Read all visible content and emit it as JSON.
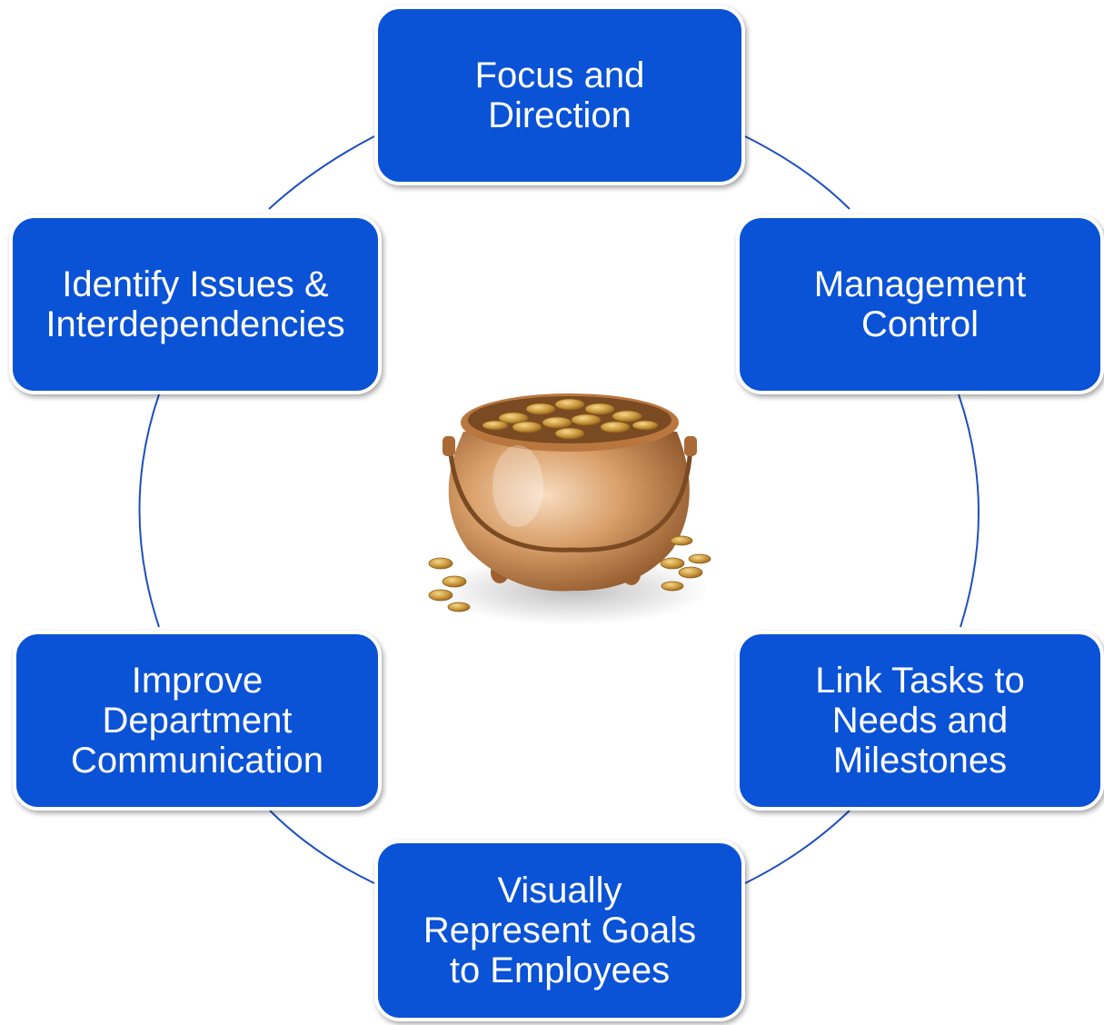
{
  "colors": {
    "node_fill": "#0a52d6",
    "node_text": "#ffffff",
    "connector": "#1f4fbf",
    "pot_gold": "#d9a06a",
    "coin": "#c9953a"
  },
  "center": {
    "icon": "pot-of-gold-icon"
  },
  "nodes": [
    {
      "label": "Focus and\nDirection"
    },
    {
      "label": "Management\nControl"
    },
    {
      "label": "Link Tasks to\nNeeds and\nMilestones"
    },
    {
      "label": "Visually\nRepresent Goals\nto Employees"
    },
    {
      "label": "Improve\nDepartment\nCommunication"
    },
    {
      "label": "Identify Issues &\nInterdependencies"
    }
  ]
}
